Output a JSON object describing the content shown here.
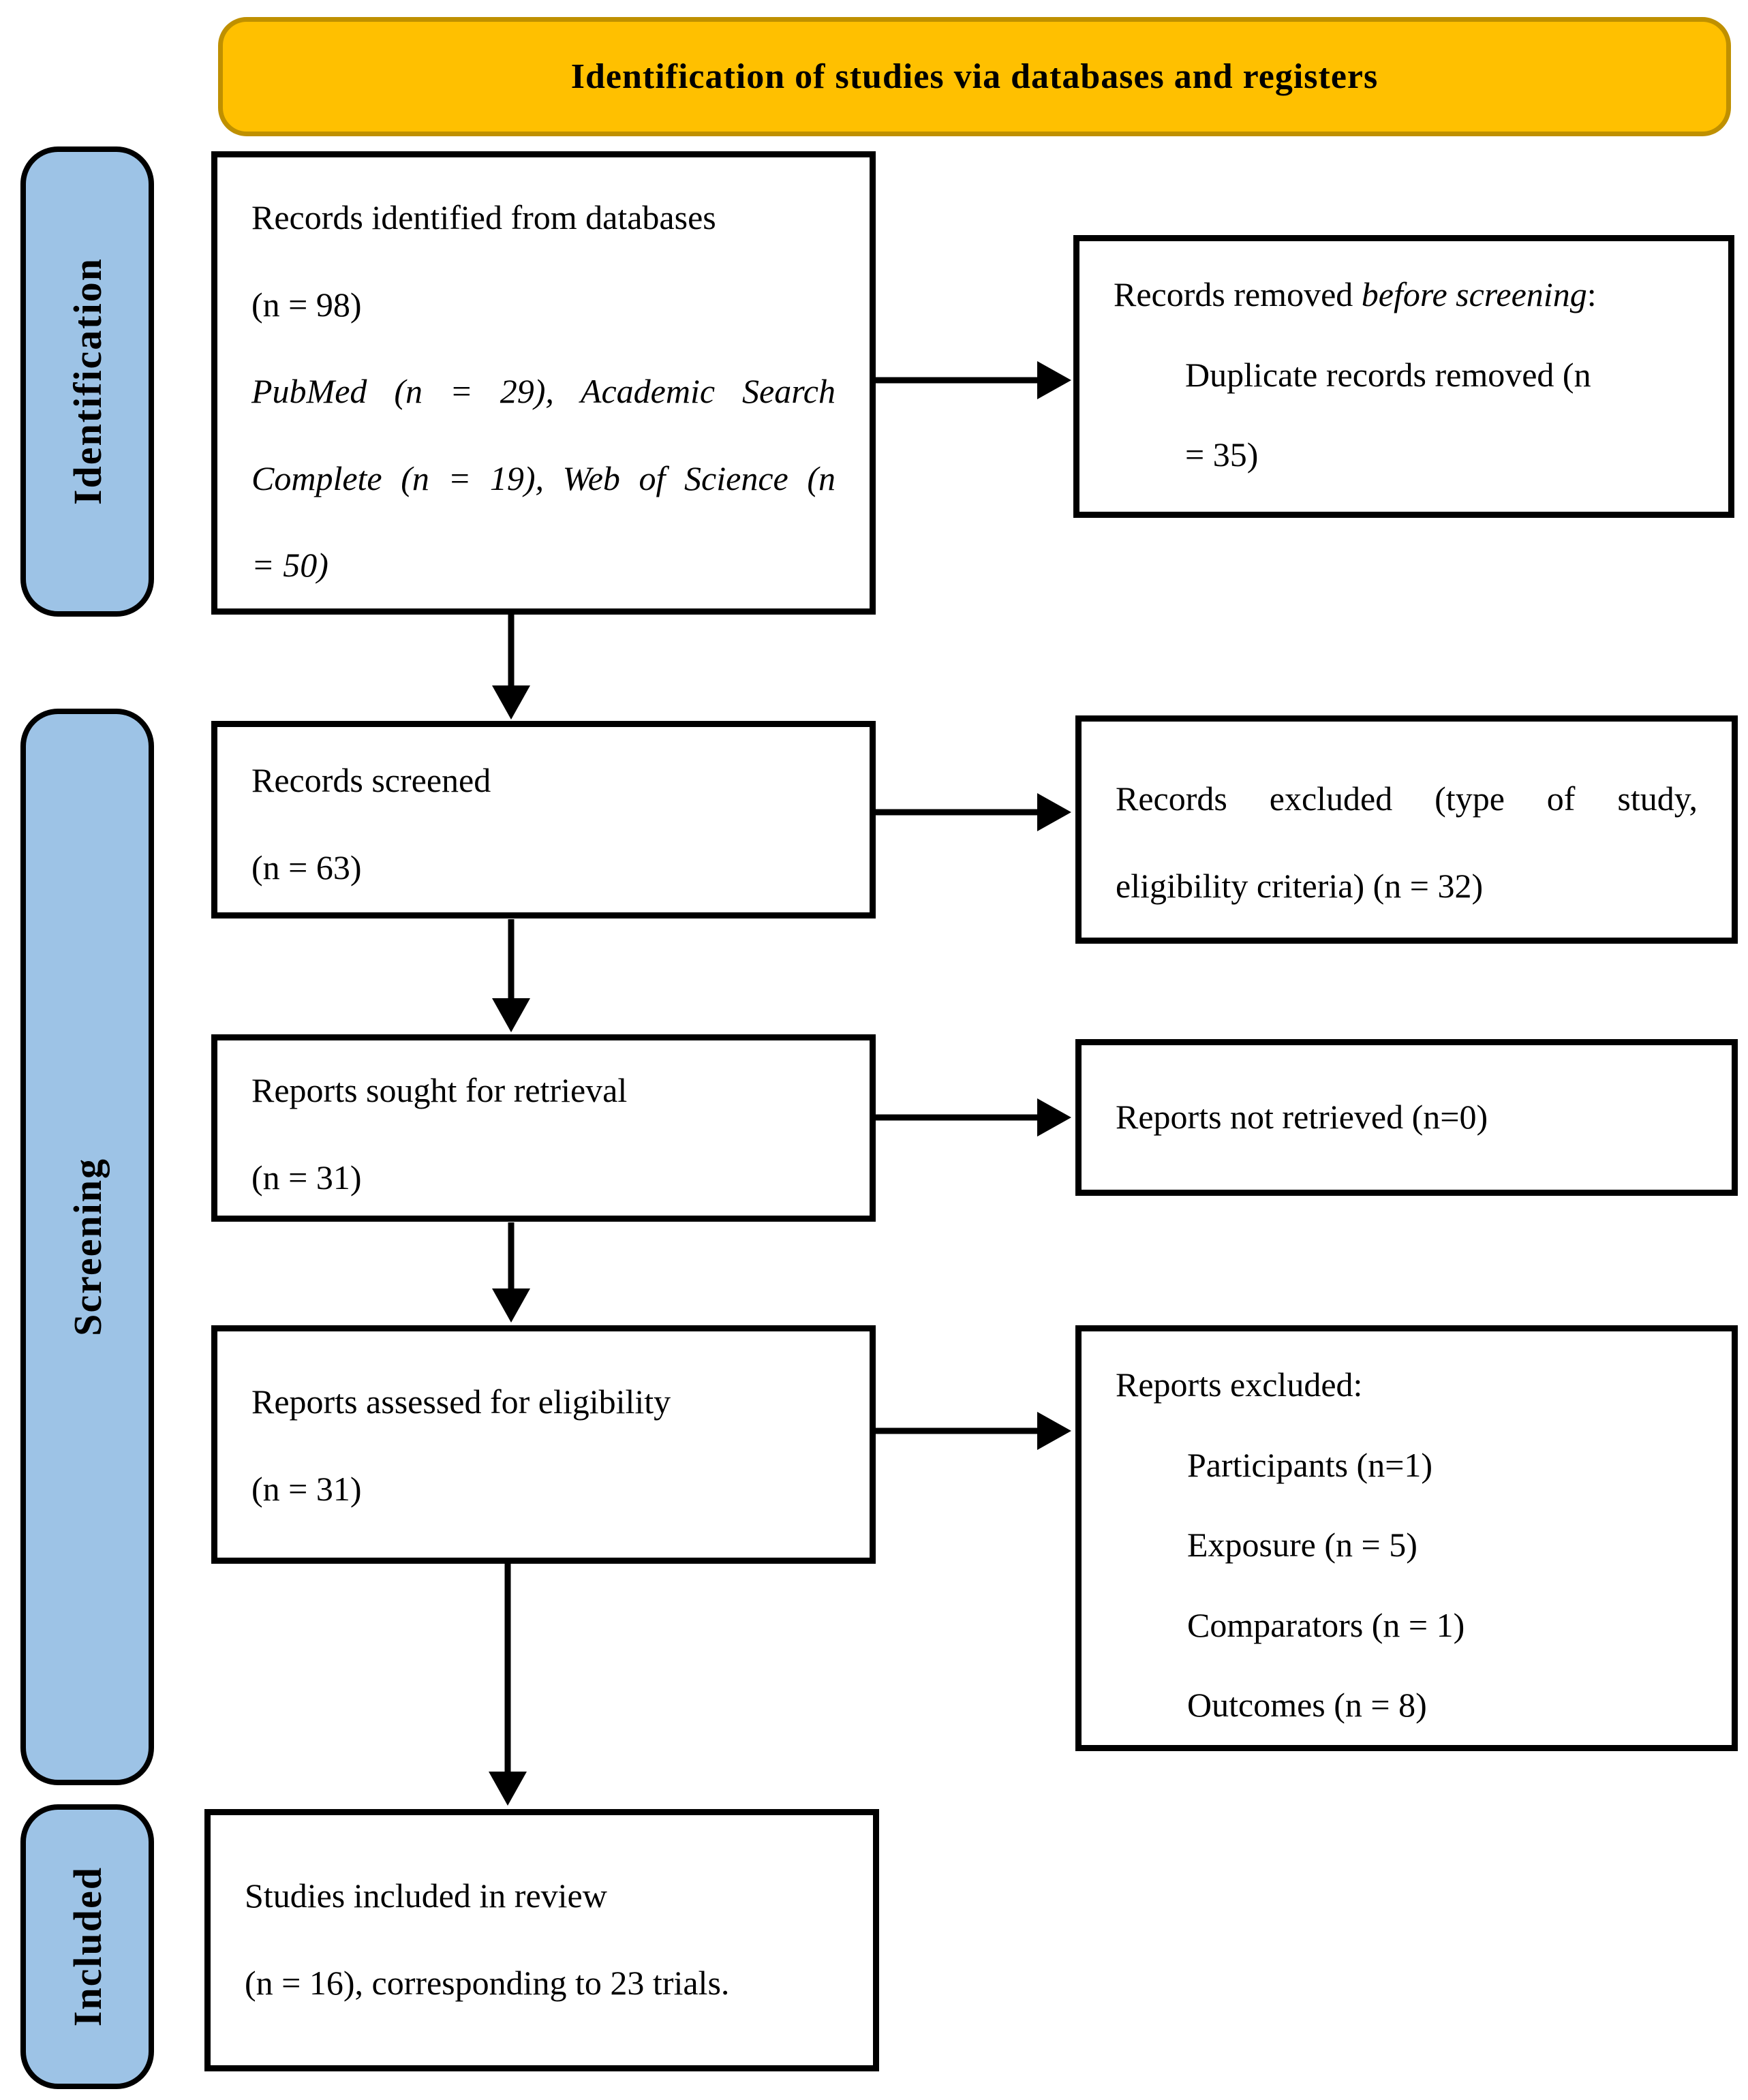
{
  "banner": {
    "title": "Identification of studies via databases and registers"
  },
  "stages": {
    "identification": "Identification",
    "screening": "Screening",
    "included": "Included"
  },
  "boxes": {
    "records_identified": {
      "line1": "Records identified from databases",
      "line2": "(n = 98)",
      "line3": "PubMed (n = 29), Academic Search",
      "line4": "Complete (n = 19), Web of Science (n",
      "line5": "= 50)"
    },
    "records_removed": {
      "line1_normal": "Records removed ",
      "line1_italic": "before screening",
      "line1_colon": ":",
      "line2": "Duplicate records removed (n",
      "line3": "= 35)"
    },
    "records_screened": {
      "line1": "Records screened",
      "line2": "(n = 63)"
    },
    "records_excluded": {
      "line1": "Records excluded (type of study,",
      "line2": "eligibility criteria) (n = 32)"
    },
    "reports_sought": {
      "line1": "Reports sought for retrieval",
      "line2": "(n = 31)"
    },
    "reports_not_retrieved": {
      "line1": "Reports not retrieved (n=0)"
    },
    "reports_assessed": {
      "line1": "Reports assessed for eligibility",
      "line2": "(n = 31)"
    },
    "reports_excluded": {
      "title": "Reports excluded:",
      "items": [
        "Participants (n=1)",
        "Exposure (n = 5)",
        "Comparators (n = 1)",
        "Outcomes (n = 8)"
      ]
    },
    "studies_included": {
      "line1": "Studies included in review",
      "line2": "(n = 16), corresponding to 23 trials."
    }
  },
  "colors": {
    "banner_fill": "#FFC000",
    "banner_border": "#BF9000",
    "stage_fill": "#9DC3E6",
    "box_border": "#000000",
    "arrow": "#000000",
    "background": "#FFFFFF"
  }
}
